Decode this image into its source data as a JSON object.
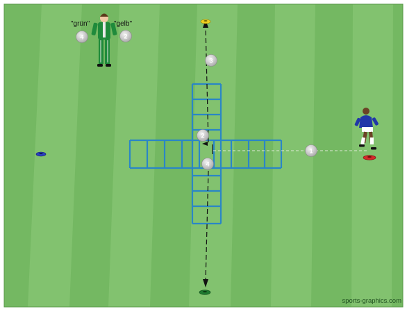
{
  "labels": {
    "green_call": "\"grün\"",
    "yellow_call": "\"gelb\""
  },
  "steps": {
    "s1": "1",
    "s2": "2",
    "s3": "3",
    "s4": "4",
    "call_green_number": "4",
    "call_yellow_number": "2"
  },
  "watermark": "sports-graphics.com",
  "colors": {
    "grass_light": "#82c26f",
    "grass_dark": "#74b862",
    "ladder": "#2a86c6",
    "coach_suit": "#1f8a3b",
    "player_shirt": "#2137a8",
    "marker_red": "#d42a2a",
    "marker_blue": "#2a3fbf",
    "marker_yellow": "#f0d020",
    "marker_green": "#1f7a30"
  },
  "icons": [
    "coach-figure",
    "player-figure",
    "cone-marker",
    "number-badge",
    "coordination-ladder"
  ]
}
